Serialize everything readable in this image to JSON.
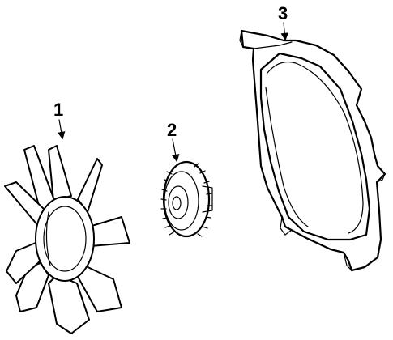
{
  "callouts": [
    {
      "number": "1",
      "part": "fan-blade"
    },
    {
      "number": "2",
      "part": "fan-clutch"
    },
    {
      "number": "3",
      "part": "fan-shroud"
    }
  ],
  "colors": {
    "line": "#000000",
    "background": "#ffffff"
  }
}
